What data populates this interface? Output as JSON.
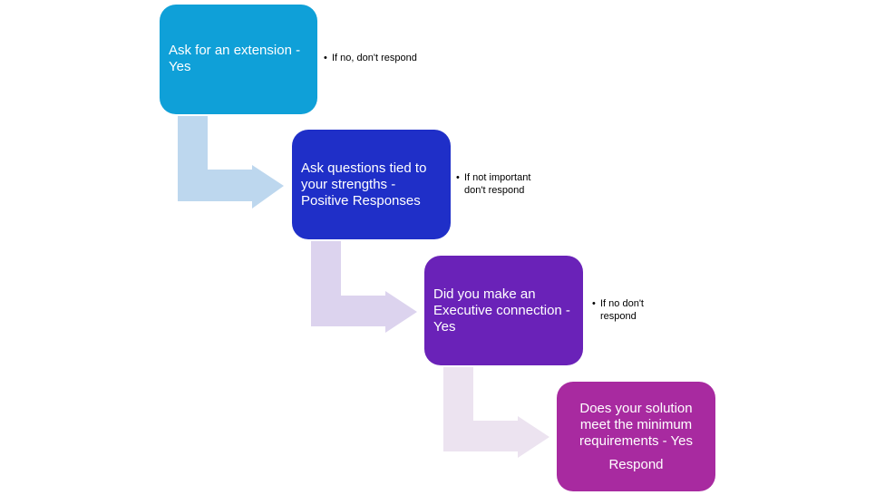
{
  "steps": [
    {
      "text": "Ask for an extension - Yes",
      "color": "#0fa0d8",
      "note": "If no, don't respond"
    },
    {
      "text": "Ask questions tied to your strengths - Positive Responses",
      "color": "#1f2fc8",
      "note": "If not important don't respond"
    },
    {
      "text": "Did you make an Executive connection - Yes",
      "color": "#6a22b8",
      "note": "If no don't respond"
    },
    {
      "text": "Does your solution meet the minimum requirements - Yes",
      "sub": "Respond",
      "color": "#a82aa0"
    }
  ],
  "connector_colors": [
    "#bdd7ee",
    "#dcd3ee",
    "#ece3f0"
  ]
}
